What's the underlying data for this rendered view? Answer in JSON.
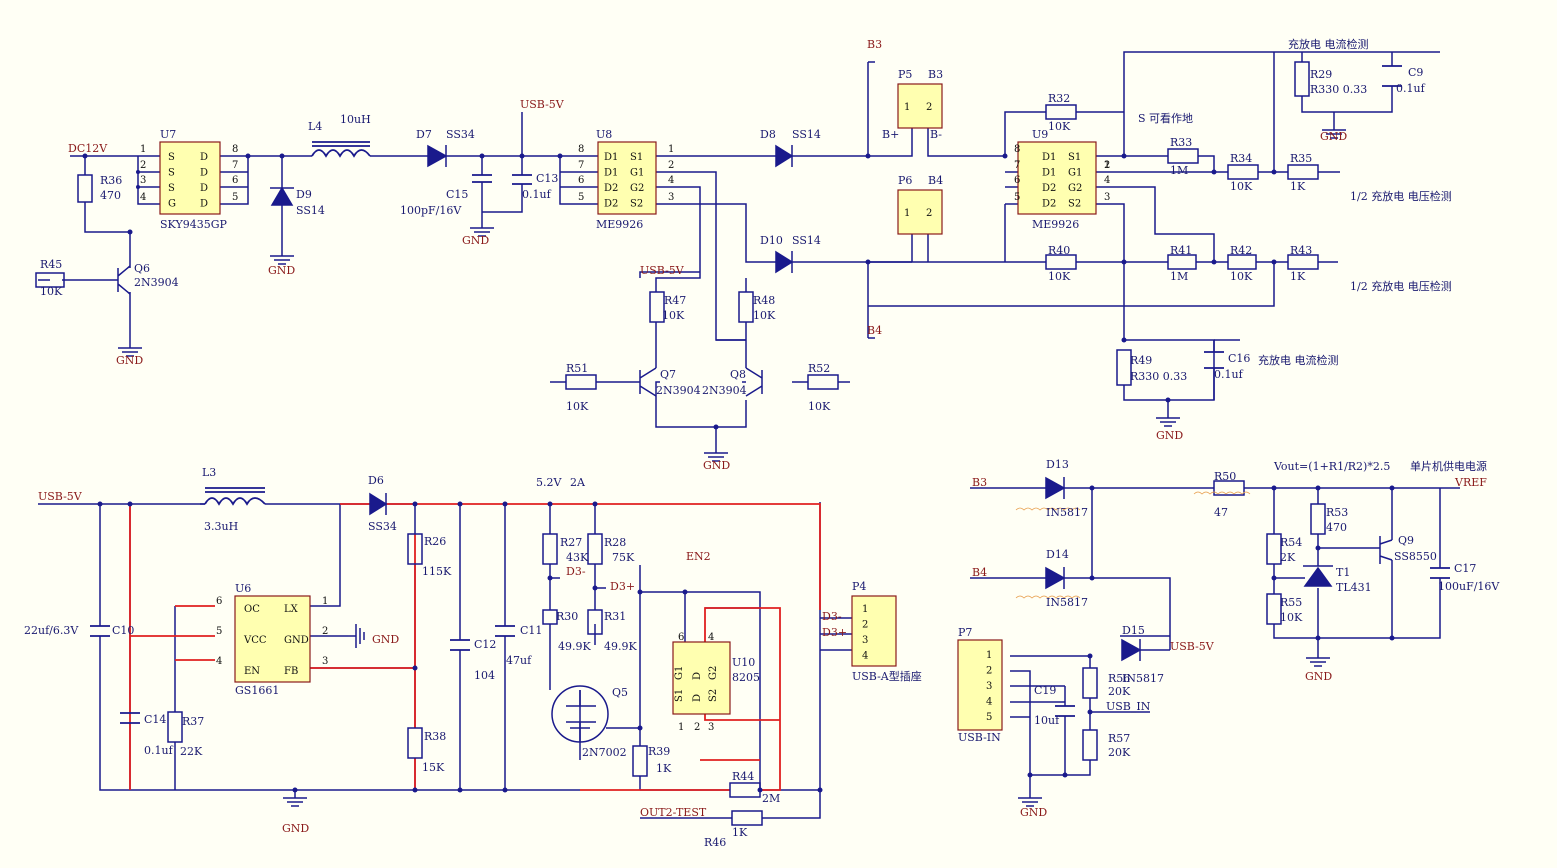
{
  "nets": [
    {
      "text": "DC12V",
      "cls": "net"
    },
    {
      "text": "B3",
      "cls": "net"
    },
    {
      "text": "B4",
      "cls": "net"
    },
    {
      "text": "USB-5V",
      "cls": "net"
    },
    {
      "text": "GND",
      "cls": "net"
    },
    {
      "text": "D3-",
      "cls": "net"
    },
    {
      "text": "D3+",
      "cls": "net"
    },
    {
      "text": "EN2",
      "cls": "net"
    },
    {
      "text": "OUT2-TEST",
      "cls": "net"
    },
    {
      "text": "USB_IN",
      "cls": "nm"
    },
    {
      "text": "VREF",
      "cls": "net"
    }
  ],
  "components": [
    {
      "ref": "U7",
      "value": "SKY9435GP",
      "pins_left": [
        "S",
        "S",
        "S",
        "G"
      ],
      "pins_right": [
        "D",
        "D",
        "D",
        "D"
      ],
      "pin_numbers": [
        "1",
        "2",
        "3",
        "4",
        "8",
        "7",
        "6",
        "5"
      ]
    },
    {
      "ref": "U8",
      "value": "ME9926",
      "pins_left": [
        "D1",
        "D1",
        "D2",
        "D2"
      ],
      "pins_right": [
        "S1",
        "G1",
        "G2",
        "S2"
      ],
      "pin_numbers": [
        "8",
        "7",
        "6",
        "5",
        "1",
        "2",
        "4",
        "3"
      ]
    },
    {
      "ref": "U9",
      "value": "ME9926",
      "pins_left": [
        "D1",
        "D1",
        "D2",
        "D2"
      ],
      "pins_right": [
        "S1",
        "G1",
        "G2",
        "S2"
      ],
      "pin_numbers": [
        "8",
        "7",
        "6",
        "5",
        "1",
        "2",
        "4",
        "3"
      ]
    },
    {
      "ref": "U6",
      "value": "GS1661",
      "pins_left": [
        "OC",
        "VCC",
        "EN"
      ],
      "pins_right": [
        "LX",
        "GND",
        "FB"
      ],
      "pin_numbers": [
        "6",
        "5",
        "4",
        "1",
        "2",
        "3"
      ]
    },
    {
      "ref": "U10",
      "value": "8205",
      "pins": [
        "G1",
        "D",
        "G2",
        "S1",
        "D",
        "S2"
      ],
      "pin_numbers": [
        "6",
        "4",
        "1",
        "2",
        "3"
      ]
    },
    {
      "ref": "P5",
      "value": "B3",
      "pins": [
        "1",
        "2"
      ],
      "labels": [
        "B+",
        "B-"
      ]
    },
    {
      "ref": "P6",
      "value": "B4",
      "pins": [
        "1",
        "2"
      ]
    },
    {
      "ref": "P4",
      "value": "USB-A型插座",
      "pins": [
        "1",
        "2",
        "3",
        "4"
      ]
    },
    {
      "ref": "P7",
      "value": "USB-IN",
      "pins": [
        "1",
        "2",
        "3",
        "4",
        "5"
      ]
    },
    {
      "ref": "R36",
      "value": "470"
    },
    {
      "ref": "R45",
      "value": "10K"
    },
    {
      "ref": "Q6",
      "value": "2N3904"
    },
    {
      "ref": "Q7",
      "value": "2N3904"
    },
    {
      "ref": "Q8",
      "value": "2N3904"
    },
    {
      "ref": "Q5",
      "value": "2N7002"
    },
    {
      "ref": "Q9",
      "value": "SS8550"
    },
    {
      "ref": "T1",
      "value": "TL431"
    },
    {
      "ref": "D9",
      "value": "SS14"
    },
    {
      "ref": "D7",
      "value": "SS34"
    },
    {
      "ref": "D8",
      "value": "SS14"
    },
    {
      "ref": "D10",
      "value": "SS14"
    },
    {
      "ref": "D6",
      "value": "SS34"
    },
    {
      "ref": "D13",
      "value": "IN5817"
    },
    {
      "ref": "D14",
      "value": "IN5817"
    },
    {
      "ref": "D15",
      "value": "IN5817"
    },
    {
      "ref": "L4",
      "value": "10uH"
    },
    {
      "ref": "L3",
      "value": "3.3uH"
    },
    {
      "ref": "C15",
      "value": "100pF/16V"
    },
    {
      "ref": "C13",
      "value": "0.1uf"
    },
    {
      "ref": "C9",
      "value": "0.1uf"
    },
    {
      "ref": "C16",
      "value": "0.1uf"
    },
    {
      "ref": "C10",
      "value": "22uf/6.3V"
    },
    {
      "ref": "C14",
      "value": "0.1uf"
    },
    {
      "ref": "C12",
      "value": "104"
    },
    {
      "ref": "C11",
      "value": "47uf"
    },
    {
      "ref": "C19",
      "value": "10uf"
    },
    {
      "ref": "C17",
      "value": "100uF/16V"
    },
    {
      "ref": "R32",
      "value": "10K"
    },
    {
      "ref": "R33",
      "value": "1M"
    },
    {
      "ref": "R34",
      "value": "10K"
    },
    {
      "ref": "R35",
      "value": "1K"
    },
    {
      "ref": "R40",
      "value": "10K"
    },
    {
      "ref": "R41",
      "value": "1M"
    },
    {
      "ref": "R42",
      "value": "10K"
    },
    {
      "ref": "R43",
      "value": "1K"
    },
    {
      "ref": "R29",
      "value": "R330 0.33"
    },
    {
      "ref": "R49",
      "value": "R330 0.33"
    },
    {
      "ref": "R47",
      "value": "10K"
    },
    {
      "ref": "R48",
      "value": "10K"
    },
    {
      "ref": "R51",
      "value": "10K"
    },
    {
      "ref": "R52",
      "value": "10K"
    },
    {
      "ref": "R26",
      "value": "115K"
    },
    {
      "ref": "R38",
      "value": "15K"
    },
    {
      "ref": "R37",
      "value": "22K"
    },
    {
      "ref": "R27",
      "value": "43K"
    },
    {
      "ref": "R28",
      "value": "75K"
    },
    {
      "ref": "R30",
      "value": "49.9K"
    },
    {
      "ref": "R31",
      "value": "49.9K"
    },
    {
      "ref": "R39",
      "value": "1K"
    },
    {
      "ref": "R44",
      "value": "2M"
    },
    {
      "ref": "R46",
      "value": "1K"
    },
    {
      "ref": "R50",
      "value": "47"
    },
    {
      "ref": "R53",
      "value": "470"
    },
    {
      "ref": "R54",
      "value": "2K"
    },
    {
      "ref": "R55",
      "value": "10K"
    },
    {
      "ref": "R56",
      "value": "20K"
    },
    {
      "ref": "R57",
      "value": "20K"
    }
  ],
  "annotations": [
    "充放电 电流检测",
    "S 可看作地",
    "1/2 充放电 电压检测",
    "1/2 充放电 电压检测",
    "充放电 电流检测",
    "Vout=(1+R1/R2)*2.5",
    "单片机供电电源",
    "5.2V",
    "2A"
  ]
}
